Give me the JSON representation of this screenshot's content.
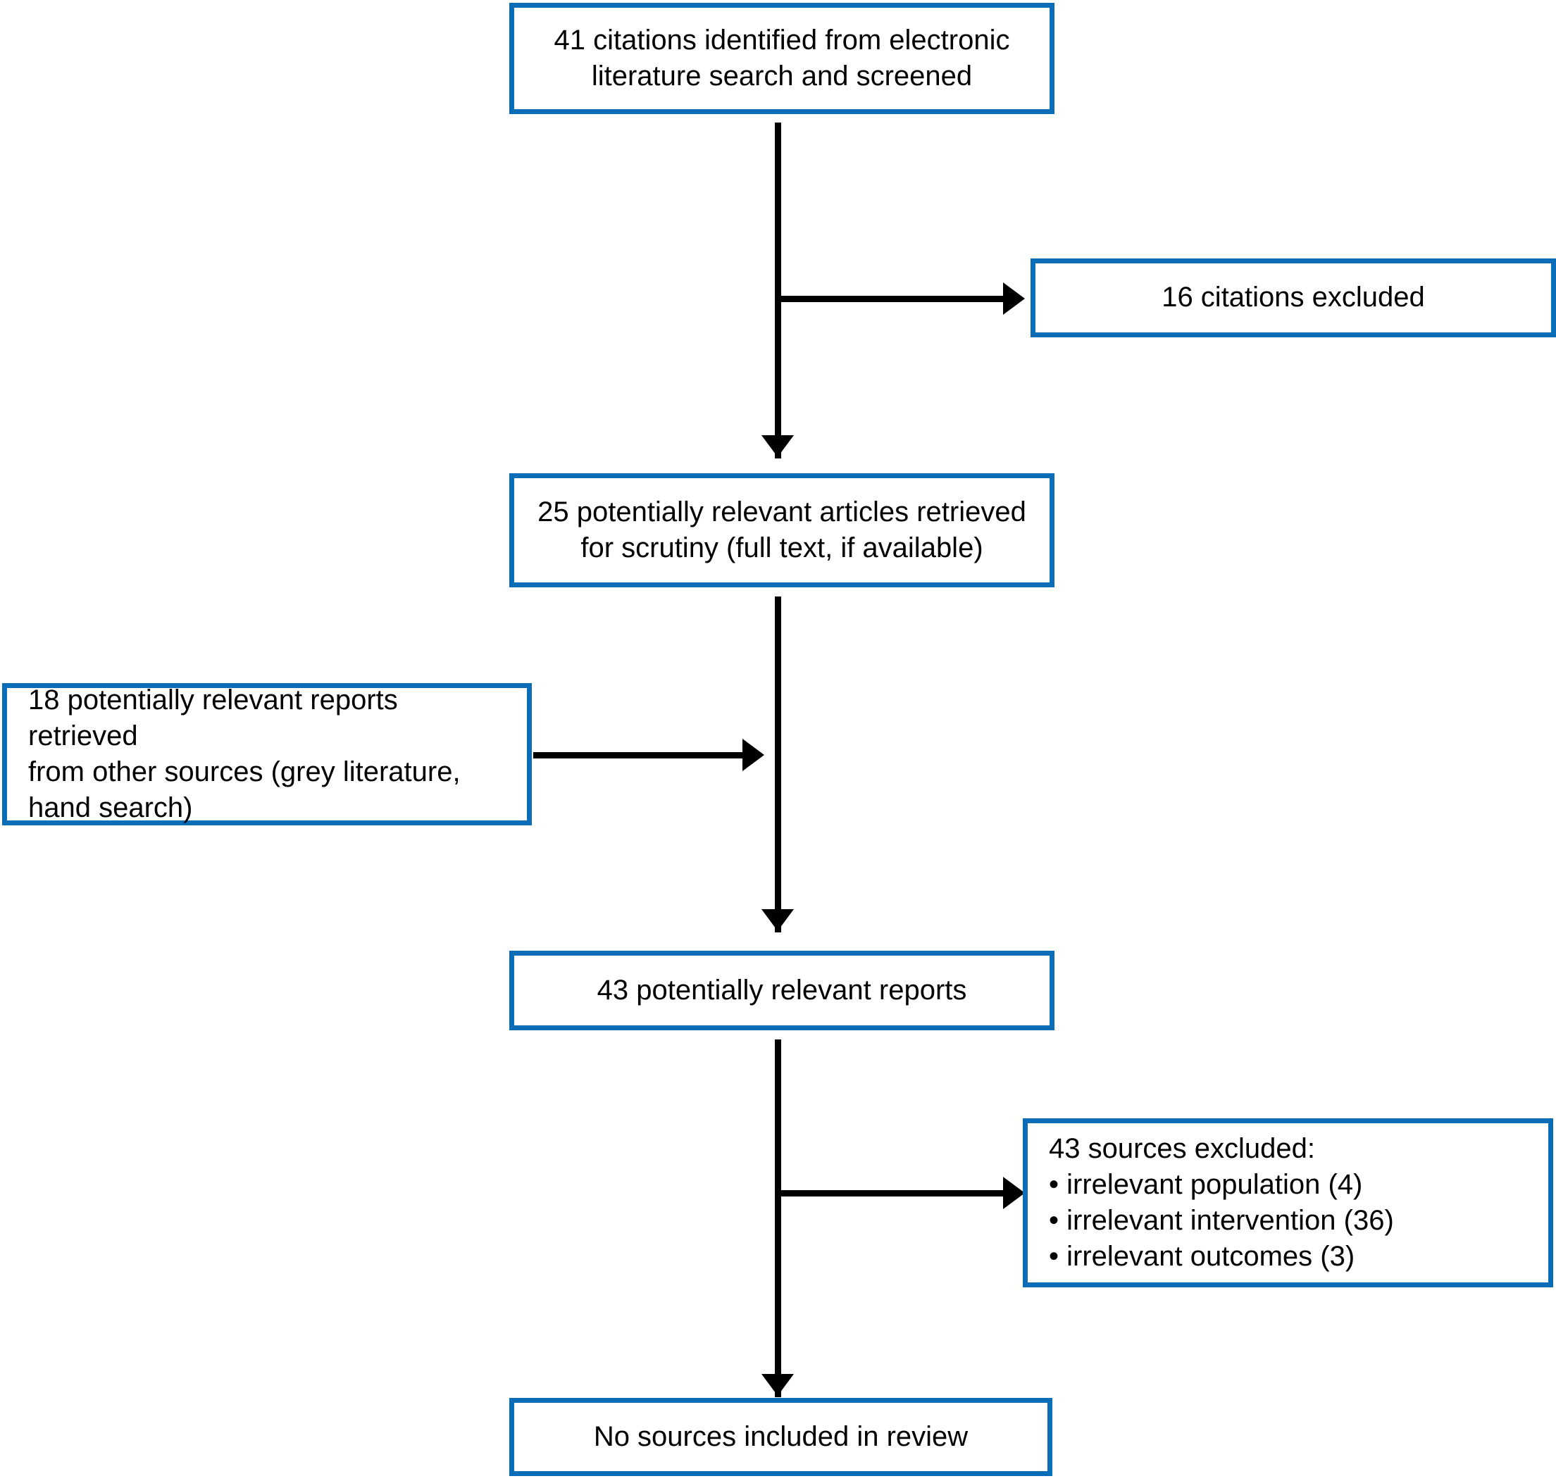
{
  "figure": {
    "type": "prisma-flow-diagram",
    "accent_color": "#0B6CB8",
    "line_color": "#000000",
    "background": "#ffffff",
    "nodes": [
      {
        "id": "identified",
        "text": "41 citations identified from electronic\nliterature search and screened",
        "count": 41
      },
      {
        "id": "citations-excluded",
        "text": "16 citations excluded",
        "count": 16
      },
      {
        "id": "retrieved",
        "text": "25 potentially relevant articles retrieved\nfor scrutiny (full text, if available)",
        "count": 25
      },
      {
        "id": "other-sources",
        "text": "18 potentially relevant reports retrieved\nfrom other sources (grey literature,\nhand search)",
        "count": 18
      },
      {
        "id": "relevant-reports",
        "text": "43 potentially relevant reports",
        "count": 43
      },
      {
        "id": "sources-excluded",
        "text": "43 sources excluded:\n• irrelevant population (4)\n• irrelevant intervention (36)\n• irrelevant outcomes (3)",
        "count": 43,
        "reasons": [
          {
            "label": "irrelevant population",
            "count": 4
          },
          {
            "label": "irrelevant intervention",
            "count": 36
          },
          {
            "label": "irrelevant outcomes",
            "count": 3
          }
        ]
      },
      {
        "id": "included",
        "text": "No sources included in review",
        "count": 0
      }
    ],
    "edges": [
      {
        "from": "identified",
        "to": "retrieved",
        "direction": "down"
      },
      {
        "from": "identified",
        "to": "citations-excluded",
        "direction": "right"
      },
      {
        "from": "retrieved",
        "to": "relevant-reports",
        "direction": "down"
      },
      {
        "from": "other-sources",
        "to": "relevant-reports",
        "direction": "right"
      },
      {
        "from": "relevant-reports",
        "to": "included",
        "direction": "down"
      },
      {
        "from": "relevant-reports",
        "to": "sources-excluded",
        "direction": "right"
      }
    ]
  }
}
